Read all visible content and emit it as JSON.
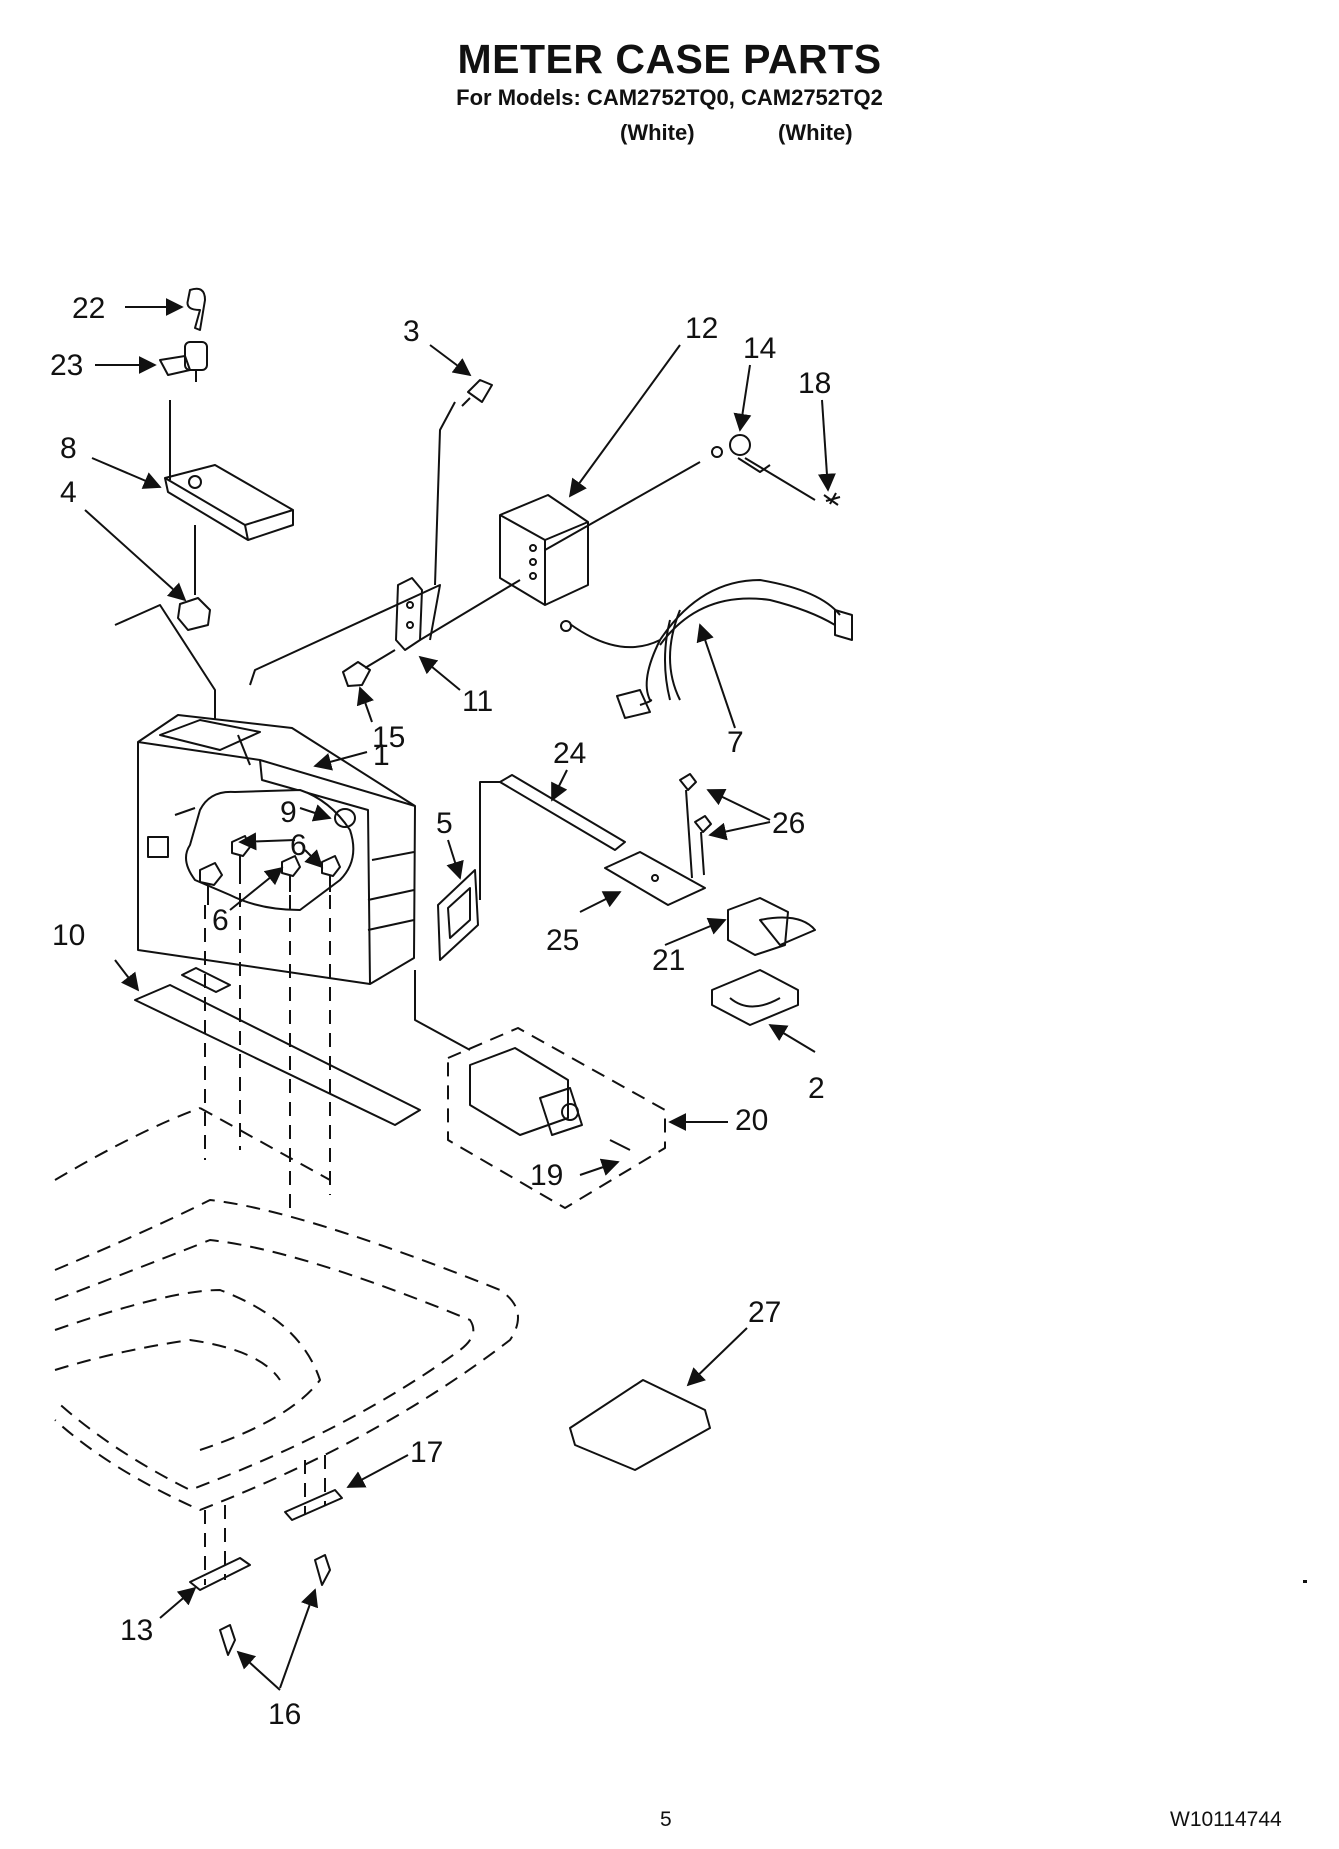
{
  "header": {
    "title": "METER CASE PARTS",
    "models": "For Models: CAM2752TQ0, CAM2752TQ2",
    "color_1": "(White)",
    "color_2": "(White)"
  },
  "callouts": [
    "22",
    "23",
    "8",
    "4",
    "3",
    "12",
    "14",
    "18",
    "11",
    "15",
    "7",
    "1",
    "24",
    "9",
    "6",
    "5",
    "26",
    "6",
    "25",
    "21",
    "10",
    "2",
    "20",
    "19",
    "27",
    "17",
    "13",
    "16"
  ],
  "footer": {
    "page_number": "5",
    "doc_number": "W10114744"
  }
}
